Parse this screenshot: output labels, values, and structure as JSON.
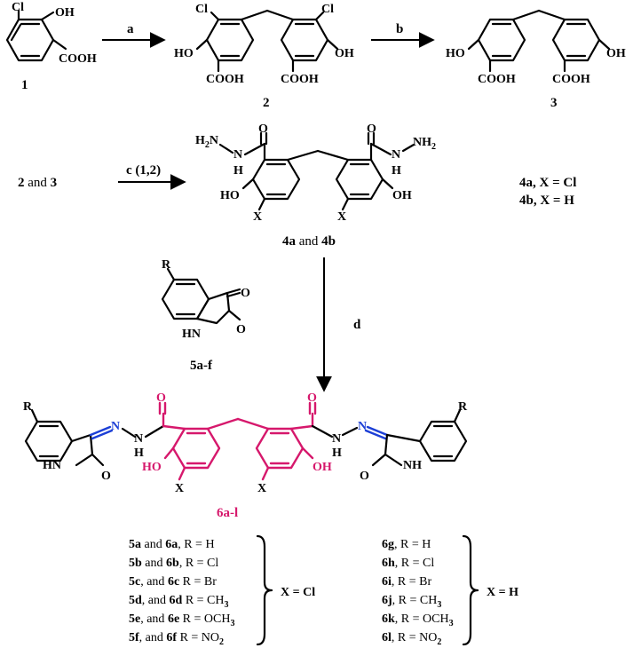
{
  "atoms": {
    "cl": "Cl",
    "oh": "OH",
    "ho": "HO",
    "cooh": "COOH",
    "o": "O",
    "h2n": "H",
    "n": "N",
    "h": "H",
    "nh": "NH",
    "hn": "HN",
    "x": "X",
    "r": "R",
    "two": "2"
  },
  "compounds": {
    "c1": "1",
    "c2": "2",
    "c3": "3",
    "c4": "4a and 4b",
    "c4a": "4a, X = Cl",
    "c4b": "4b, X = H",
    "c5": "5a-f",
    "c6": "6a-l",
    "start": "2 and 3"
  },
  "steps": {
    "a": "a",
    "b": "b",
    "c": "c (1,2)",
    "d": "d"
  },
  "legend_left": [
    "5a and 6a, R = H",
    "5b and 6b, R = Cl",
    "5c, and 6c R = Br",
    "5d, and 6d R = CH3",
    "5e, and 6e R = OCH3",
    "5f, and 6f R = NO2"
  ],
  "legend_left_x": "X = Cl",
  "legend_right": [
    "6g, R = H",
    "6h, R = Cl",
    "6i, R = Br",
    "6j, R = CH3",
    "6k, R = OCH3",
    "6l, R = NO2"
  ],
  "legend_right_x": "X = H",
  "colors": {
    "core": "#d6186c",
    "imine": "#1c3fd6"
  }
}
